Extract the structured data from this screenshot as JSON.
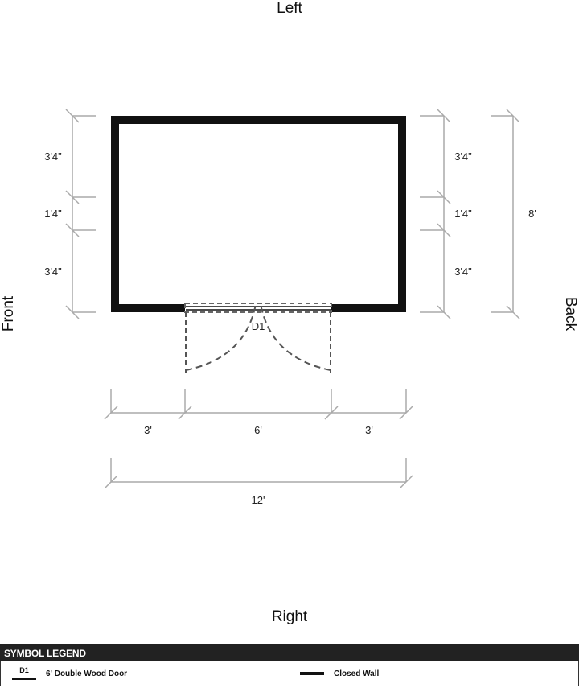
{
  "plan": {
    "sides": {
      "left": "Left",
      "right": "Right",
      "front": "Front",
      "back": "Back"
    },
    "door_tag": "D1",
    "dimensions": {
      "left_segments": [
        "3'4\"",
        "1'4\"",
        "3'4\""
      ],
      "right_segments": [
        "3'4\"",
        "1'4\"",
        "3'4\""
      ],
      "right_total": "8'",
      "bottom_segments": [
        "3'",
        "6'",
        "3'"
      ],
      "bottom_total": "12'"
    }
  },
  "legend": {
    "title": "SYMBOL LEGEND",
    "door_symbol_tag": "D1",
    "door_label": "6' Double Wood Door",
    "wall_label": "Closed Wall"
  },
  "colors": {
    "wall": "#111111",
    "dimension": "#aaaaaa",
    "door_dash": "#555555",
    "legend_header": "#222222"
  }
}
